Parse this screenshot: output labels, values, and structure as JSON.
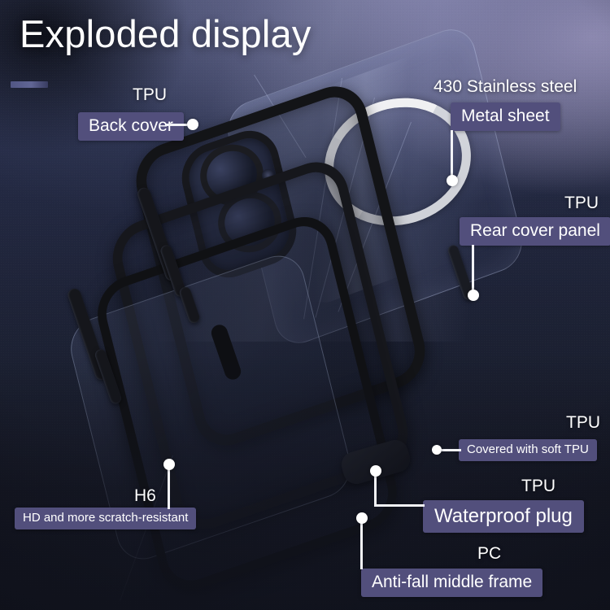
{
  "page": {
    "title": "Exploded display",
    "background_top": "#2b3150",
    "background_bottom": "#161926",
    "accent_chip": "#524f7c",
    "leader_color": "#f2f3f7"
  },
  "callouts": [
    {
      "id": "back-cover",
      "material": "TPU",
      "label": "Back cover",
      "size": "md"
    },
    {
      "id": "metal-sheet",
      "material": "430 Stainless steel",
      "label": "Metal sheet",
      "size": "md"
    },
    {
      "id": "rear-cover-panel",
      "material": "TPU",
      "label": "Rear cover panel",
      "size": "md"
    },
    {
      "id": "covered-soft-tpu",
      "material": "TPU",
      "label": "Covered with soft TPU",
      "size": "sm"
    },
    {
      "id": "waterproof-plug",
      "material": "TPU",
      "label": "Waterproof plug",
      "size": "lg"
    },
    {
      "id": "anti-fall-middle-frame",
      "material": "PC",
      "label": "Anti-fall middle frame",
      "size": "md"
    },
    {
      "id": "tempered-glass",
      "material": "H6",
      "label": "HD and more scratch-resistant",
      "size": "sm"
    }
  ]
}
